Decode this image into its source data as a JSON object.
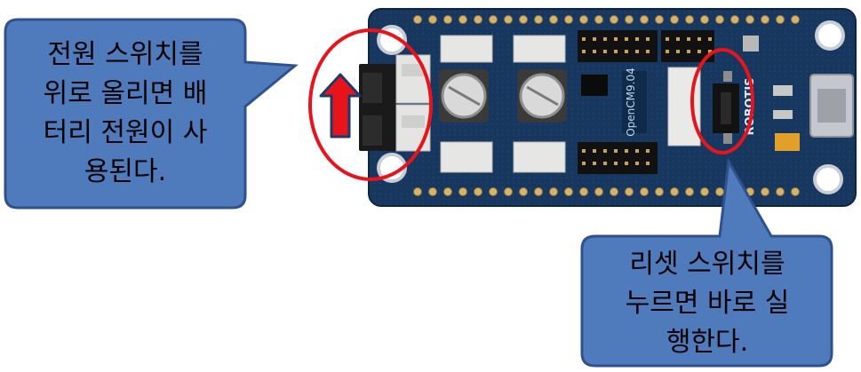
{
  "callouts": {
    "power": {
      "lines": [
        "전원 스위치를",
        "위로 올리면 배",
        "터리 전원이 사",
        "용된다."
      ]
    },
    "reset": {
      "lines": [
        "리셋 스위치를",
        "누르면 바로 실",
        "행한다."
      ]
    }
  },
  "board": {
    "label": "OpenCM9.04",
    "brand": "ROBOTIS"
  },
  "colors": {
    "callout_fill": "#4f7bbd",
    "callout_border": "#2f528f",
    "highlight_ring": "#e8141c",
    "arrow": "#e8141c",
    "pcb": "#16355f"
  },
  "icons": {
    "arrow": "up-arrow-icon"
  }
}
